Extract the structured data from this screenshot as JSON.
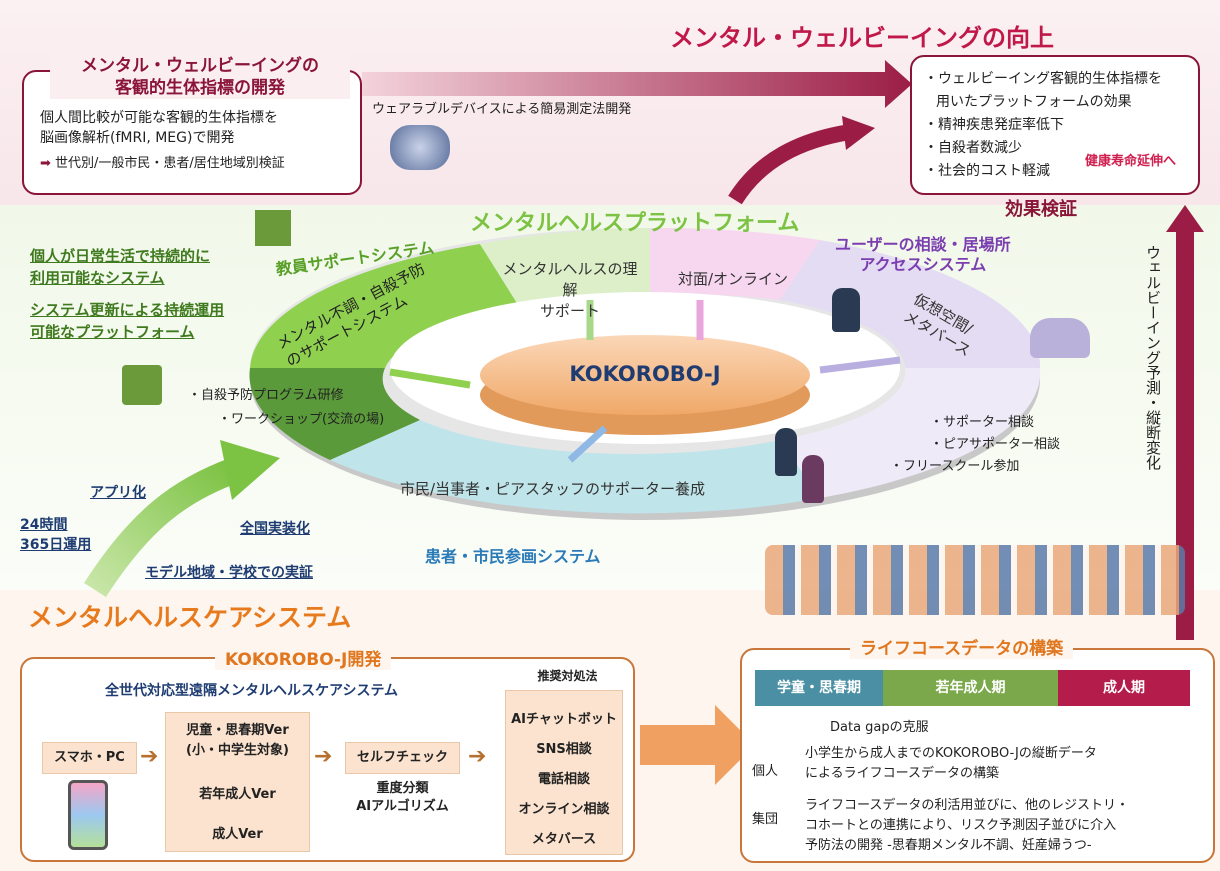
{
  "top": {
    "main_title": "メンタル・ウェルビーイングの向上",
    "biomarker_title_1": "メンタル・ウェルビーイングの",
    "biomarker_title_2": "客観的生体指標の開発",
    "biomarker_desc_1": "個人間比較が可能な客観的生体指標を",
    "biomarker_desc_2": "脳画像解析(fMRI, MEG)で開発",
    "biomarker_verify": "世代別/一般市民・患者/居住地域別検証",
    "wearable": "ウェアラブルデバイスによる簡易測定法開発",
    "outcomes": [
      "・ウェルビーイング客観的生体指標を",
      "用いたプラットフォームの効果",
      "・精神疾患発症率低下",
      "・自殺者数減少",
      "・社会的コスト軽減"
    ],
    "healthy_life": "健康寿命延伸へ",
    "effect_verify": "効果検証"
  },
  "platform": {
    "title": "メンタルヘルスプラットフォーム",
    "left_notes": [
      "個人が日常生活で持続的に",
      "利用可能なシステム",
      "システム更新による持続運用",
      "可能なプラットフォーム"
    ],
    "teacher_system": "教員サポートシステム",
    "understanding": "メンタルヘルスの理解",
    "support": "サポート",
    "face_online": "対面/オンライン",
    "user_access_1": "ユーザーの相談・居場所",
    "user_access_2": "アクセスシステム",
    "suicide_support_1": "メンタル不調・自殺予防",
    "suicide_support_2": "のサポートシステム",
    "virtual_1": "仮想空間/",
    "virtual_2": "メタバース",
    "center": "KOKOROBO-J",
    "training_1": "・自殺予防プログラム研修",
    "training_2": "・ワークショップ(交流の場)",
    "consult": [
      "・サポーター相談",
      "・ピアサポーター相談",
      "・フリースクール参加"
    ],
    "citizen_ring": "市民/当事者・ピアスタッフのサポーター養成",
    "patient_system": "患者・市民参画システム",
    "app": "アプリ化",
    "op24_1": "24時間",
    "op24_2": "365日運用",
    "national": "全国実装化",
    "model": "モデル地域・学校での実証",
    "care_title": "メンタルヘルスケアシステム",
    "wellbeing_vertical": "ウェルビーイング予測・縦断変化"
  },
  "dev": {
    "title": "KOKOROBO-J開発",
    "subtitle": "全世代対応型遠隔メンタルヘルスケアシステム",
    "smartphone": "スマホ・PC",
    "versions": [
      "児童・思春期Ver",
      "(小・中学生対象)",
      "若年成人Ver",
      "成人Ver"
    ],
    "selfcheck": "セルフチェック",
    "severity_1": "重度分類",
    "severity_2": "AIアルゴリズム",
    "rec_title": "推奨対処法",
    "recommendations": [
      "AIチャットボット",
      "SNS相談",
      "電話相談",
      "オンライン相談",
      "メタバース"
    ]
  },
  "lifecourse": {
    "title": "ライフコースデータの構築",
    "stages": [
      "学童・思春期",
      "若年成人期",
      "成人期"
    ],
    "gap": "Data gapの克服",
    "individual_label": "個人",
    "individual_1": "小学生から成人までのKOKOROBO-Jの縦断データ",
    "individual_2": "によるライフコースデータの構築",
    "group_label": "集団",
    "group_1": "ライフコースデータの利活用並びに、他のレジストリ・",
    "group_2": "コホートとの連携により、リスク予測因子並びに介入",
    "group_3": "予防法の開発 -思春期メンタル不調、妊産婦うつ-"
  },
  "colors": {
    "maroon": "#8a1538",
    "green": "#7cc243",
    "orange": "#e8883a",
    "teal": "#4a8fa3",
    "olive": "#7aa84a",
    "crimson": "#b41c4c"
  }
}
